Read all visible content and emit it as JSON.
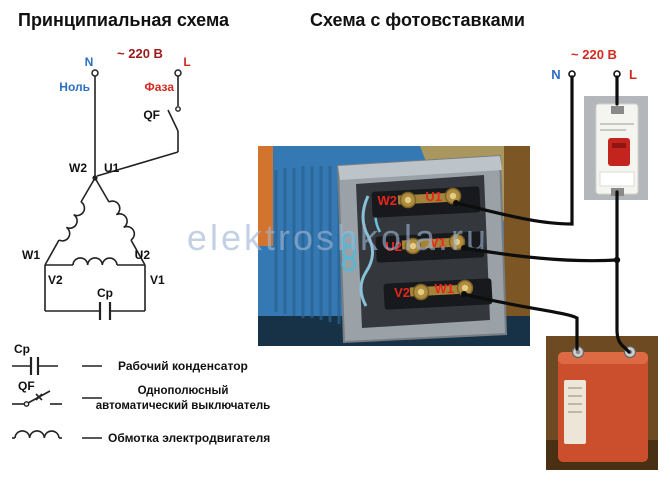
{
  "titles": {
    "left": "Принципиальная схема",
    "right": "Схема с фотовставками"
  },
  "schematic": {
    "voltage": "~ 220 В",
    "n_label": "N",
    "l_label": "L",
    "neutral": "Ноль",
    "phase": "Фаза",
    "breaker": "QF",
    "w2": "W2",
    "u1": "U1",
    "w1": "W1",
    "v2": "V2",
    "u2": "U2",
    "v1": "V1",
    "cap": "Ср"
  },
  "legend": {
    "cap_symbol_label": "Ср",
    "breaker_symbol_label": "QF",
    "cap_text": "Рабочий конденсатор",
    "breaker_text_line1": "Однополюсный",
    "breaker_text_line2": "автоматический выключатель",
    "winding_text": "Обмотка электродвигателя"
  },
  "photo_schematic": {
    "voltage": "~ 220 В",
    "n_label": "N",
    "l_label": "L",
    "terminals": [
      "W2",
      "U1",
      "U2",
      "V1",
      "V2",
      "W1"
    ]
  },
  "watermark": "elektroshkola.ru",
  "colors": {
    "neutral_blue": "#2b6fc4",
    "phase_red": "#d22a1f",
    "voltage_left": "#9b1b1b",
    "terminal_label_red": "#e8251c",
    "watermark_blue": "#9fb6d4",
    "motor_blue": "#3579b4",
    "capacitor_orange": "#cb4f2d",
    "breaker_lever_red": "#c3241e"
  }
}
